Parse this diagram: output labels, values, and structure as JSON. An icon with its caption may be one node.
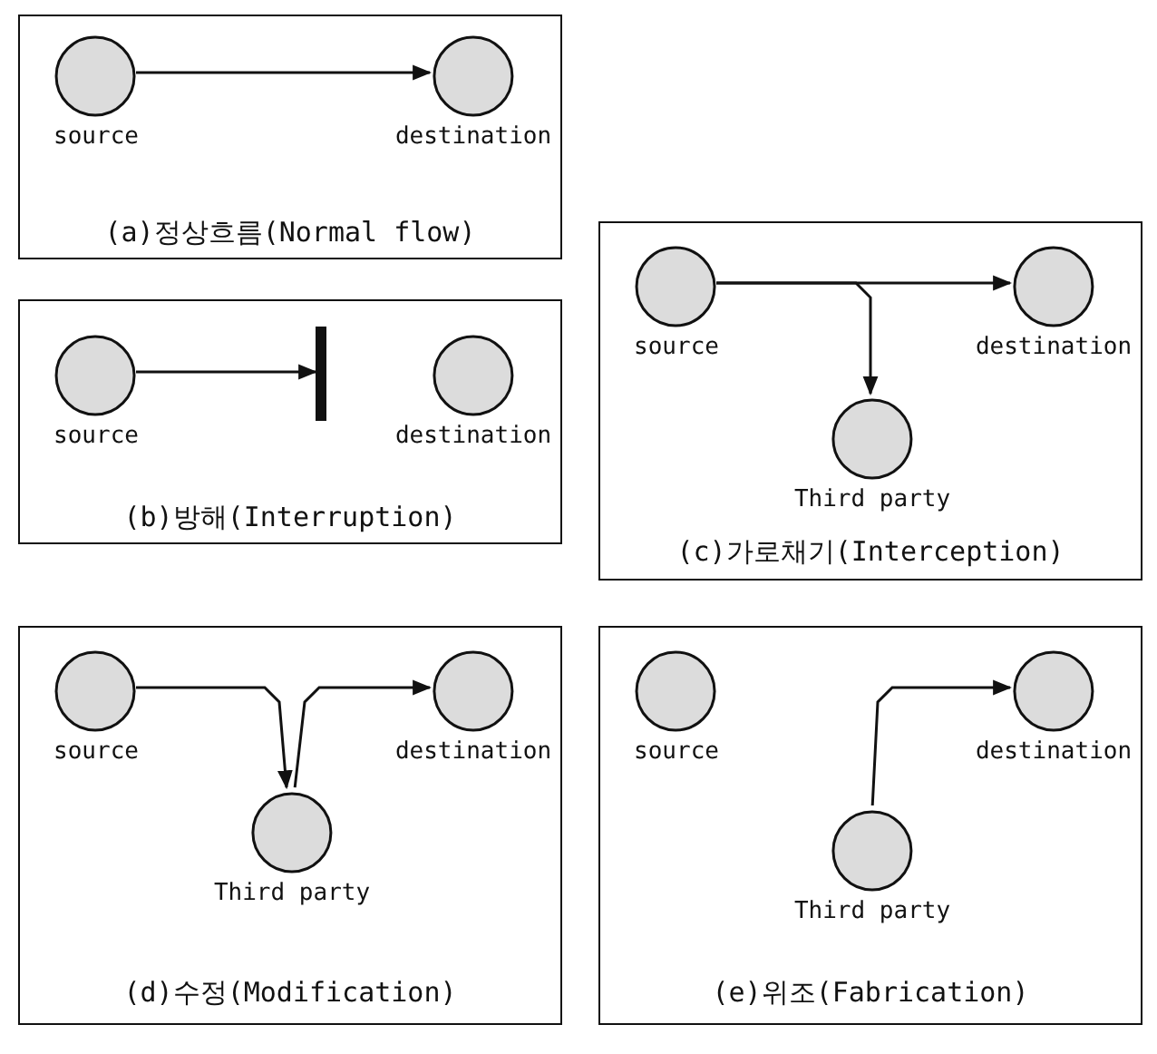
{
  "diagram": {
    "nodes": [
      {
        "text": [
          "(a)정상흐름(Normal flow)"
        ]
      },
      {
        "text": [
          "source"
        ],
        "in": 0
      },
      {
        "text": [
          "destination"
        ],
        "in": 0
      },
      {
        "text": [
          "(b)방해(Interruption)"
        ]
      },
      {
        "text": [
          "source"
        ],
        "in": 3
      },
      {
        "text": [],
        "shape": "bar",
        "in": 3
      },
      {
        "text": [
          "destination"
        ],
        "in": 3
      },
      {
        "text": [
          "(c)가로채기(Interception)"
        ]
      },
      {
        "text": [
          "source"
        ],
        "in": 7
      },
      {
        "text": [
          "destination"
        ],
        "in": 7
      },
      {
        "text": [
          "Third party"
        ],
        "in": 7
      },
      {
        "text": [
          "(d)수정(Modification)"
        ]
      },
      {
        "text": [
          "source"
        ],
        "in": 11
      },
      {
        "text": [
          "destination"
        ],
        "in": 11
      },
      {
        "text": [
          "Third party"
        ],
        "in": 11
      },
      {
        "text": [
          "(e)위조(Fabrication)"
        ]
      },
      {
        "text": [
          "source"
        ],
        "in": 15
      },
      {
        "text": [
          "destination"
        ],
        "in": 15
      },
      {
        "text": [
          "Third party"
        ],
        "in": 15
      }
    ],
    "edges": [
      {
        "from": 1,
        "to": 2,
        "arrow": "to"
      },
      {
        "from": 4,
        "to": 5,
        "arrow": "to"
      },
      {
        "from": 8,
        "to": 9,
        "arrow": "to"
      },
      {
        "from": 8,
        "to": 10,
        "arrow": "to"
      },
      {
        "from": 12,
        "to": 14,
        "arrow": "to"
      },
      {
        "from": 14,
        "to": 13,
        "arrow": "to"
      },
      {
        "from": 18,
        "to": 17,
        "arrow": "to"
      }
    ]
  }
}
